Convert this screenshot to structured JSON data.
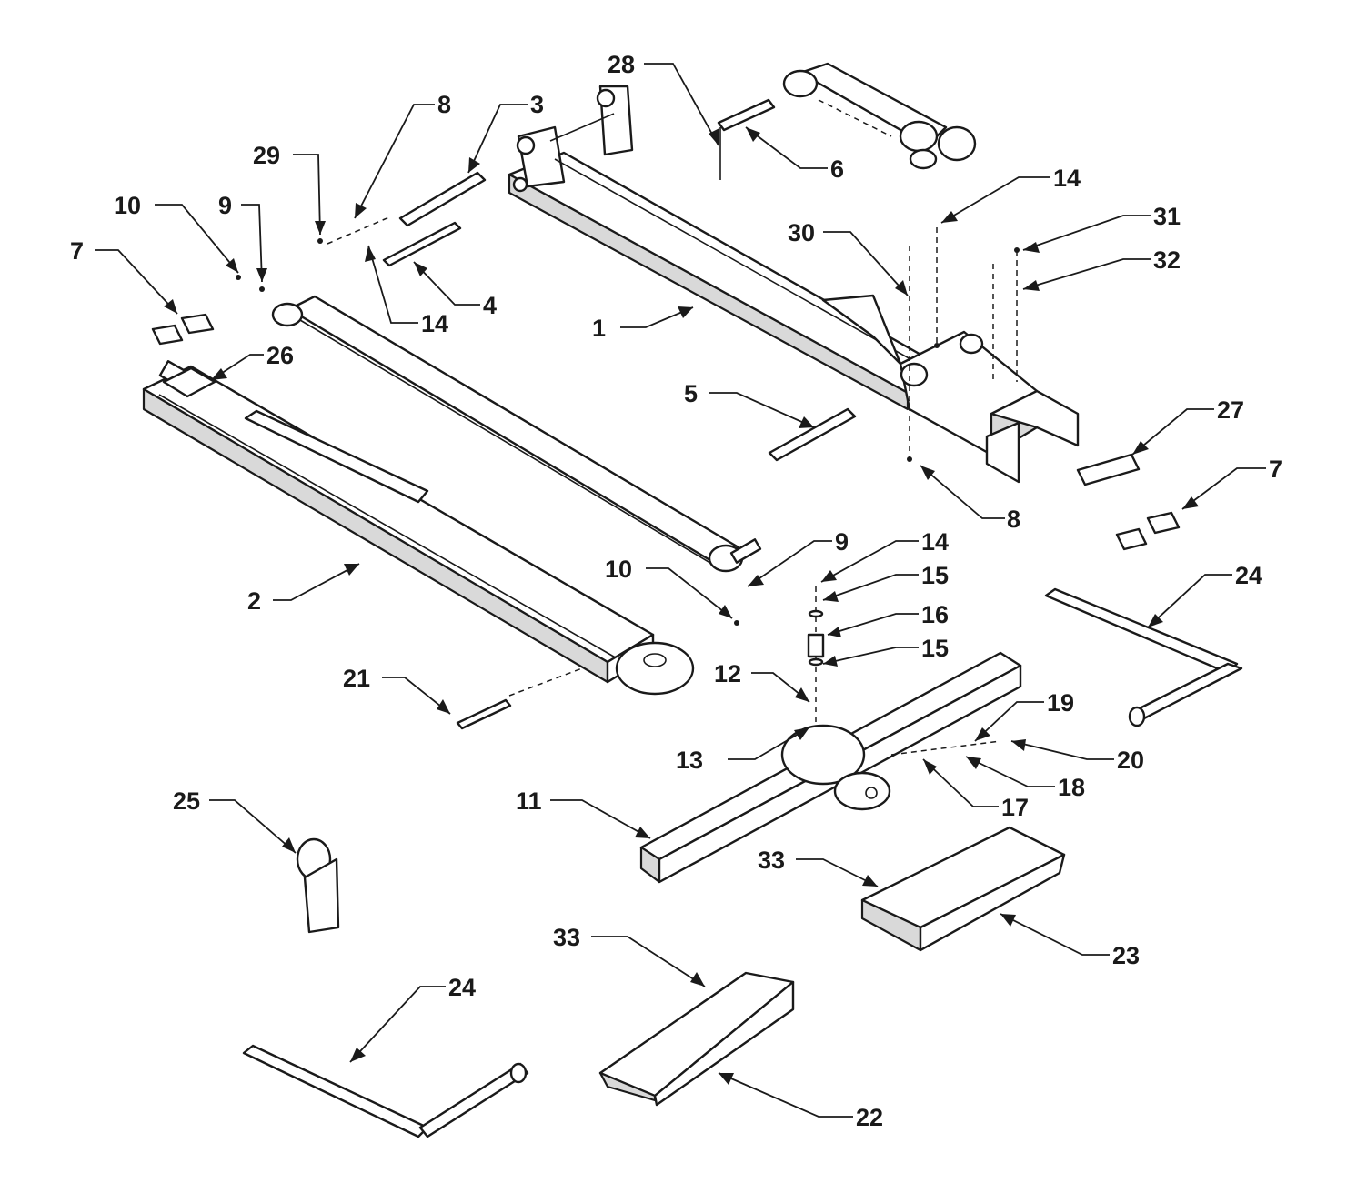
{
  "diagram": {
    "callouts": [
      "1",
      "2",
      "3",
      "4",
      "5",
      "6",
      "7",
      "7",
      "8",
      "8",
      "9",
      "9",
      "10",
      "10",
      "11",
      "12",
      "13",
      "14",
      "14",
      "14",
      "15",
      "15",
      "16",
      "17",
      "18",
      "19",
      "20",
      "21",
      "22",
      "23",
      "24",
      "24",
      "25",
      "26",
      "27",
      "28",
      "29",
      "30",
      "31",
      "32",
      "33",
      "33"
    ]
  }
}
